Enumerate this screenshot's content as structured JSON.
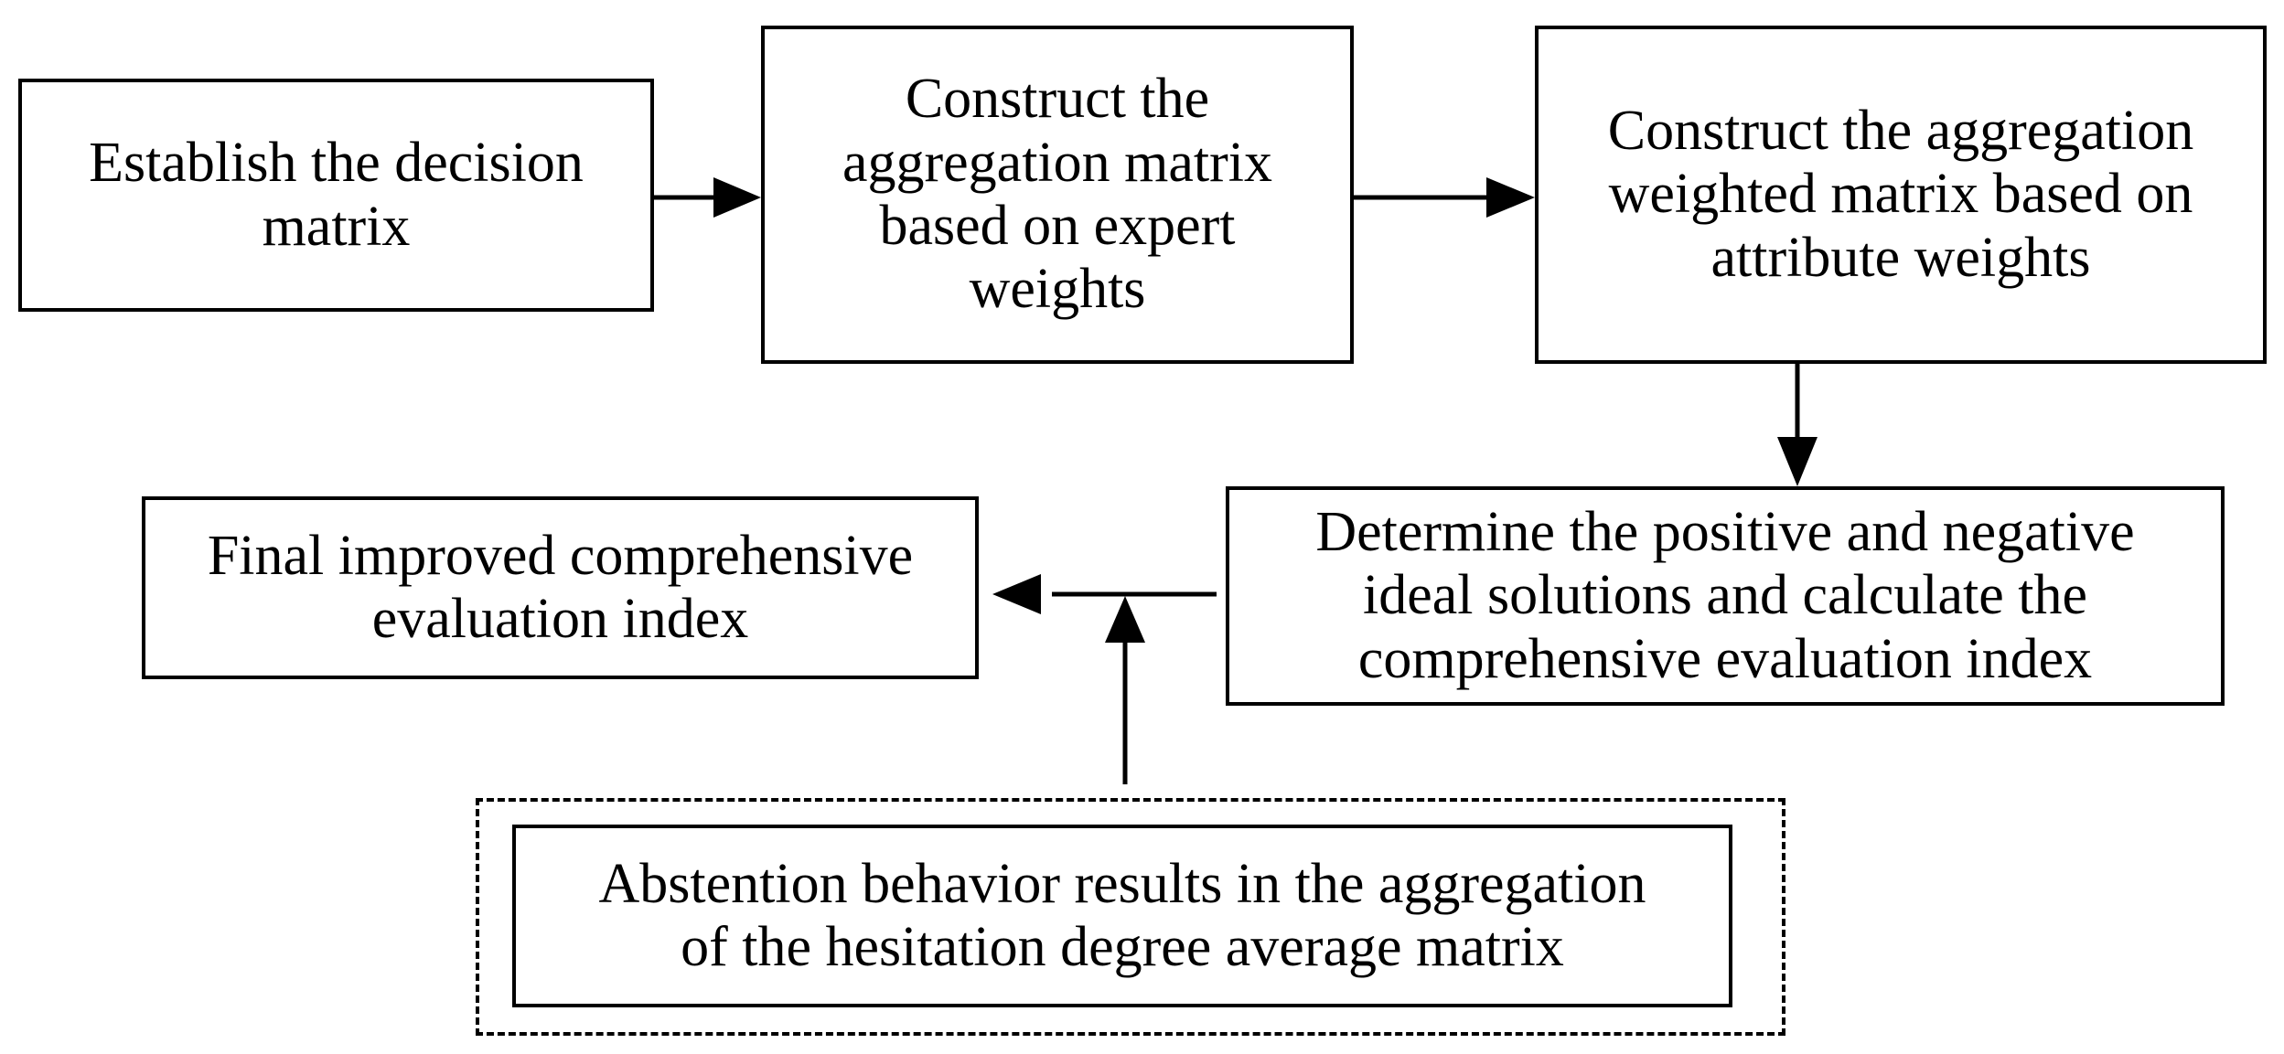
{
  "colors": {
    "stroke": "#000000",
    "background": "#ffffff"
  },
  "nodes": {
    "establish": {
      "lines": [
        "Establish the decision",
        "matrix"
      ]
    },
    "construct_aggregation": {
      "lines": [
        "Construct the",
        "aggregation matrix",
        "based on expert",
        "weights"
      ]
    },
    "construct_weighted": {
      "lines": [
        "Construct the aggregation",
        "weighted matrix based on",
        "attribute weights"
      ]
    },
    "determine": {
      "lines": [
        "Determine the positive and negative",
        "ideal solutions and calculate the",
        "comprehensive evaluation index"
      ]
    },
    "final": {
      "lines": [
        "Final improved comprehensive",
        "evaluation index"
      ]
    },
    "abstention": {
      "lines": [
        "Abstention behavior results in the aggregation",
        "of the hesitation degree average matrix"
      ]
    }
  },
  "edges": [
    {
      "from": "establish",
      "to": "construct_aggregation"
    },
    {
      "from": "construct_aggregation",
      "to": "construct_weighted"
    },
    {
      "from": "construct_weighted",
      "to": "determine"
    },
    {
      "from": "determine",
      "to": "final"
    },
    {
      "from": "abstention",
      "to": "final"
    }
  ]
}
